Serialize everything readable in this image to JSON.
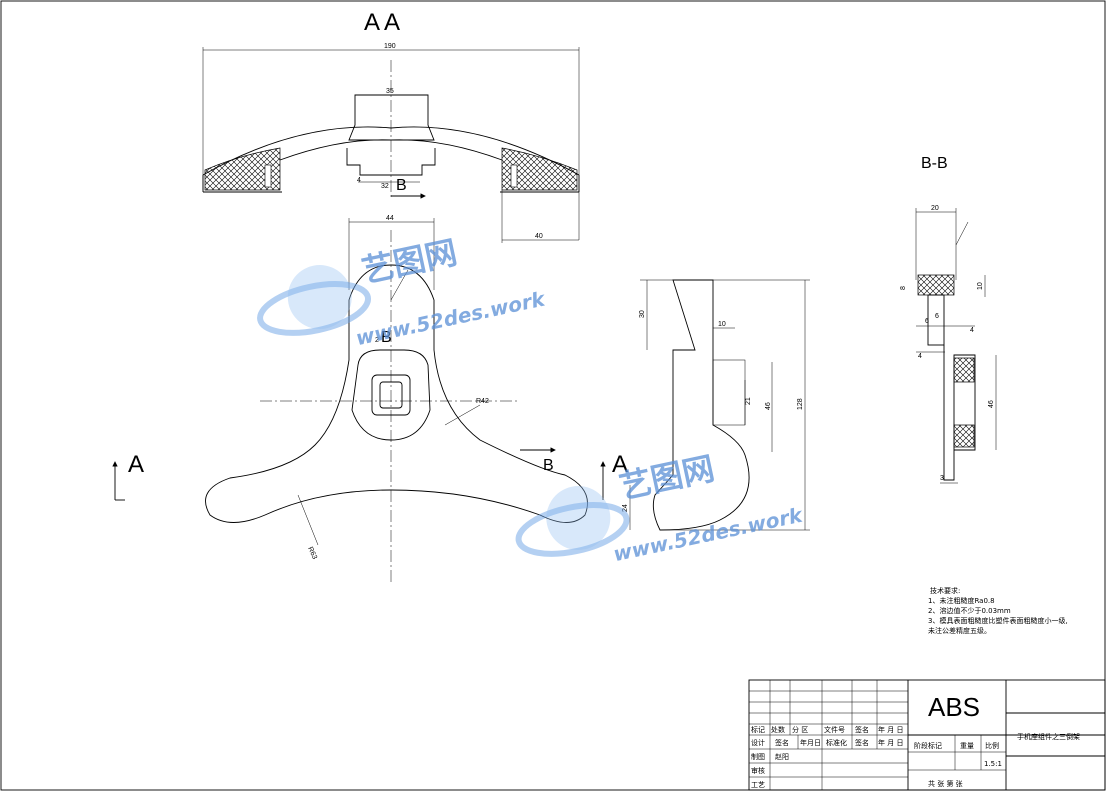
{
  "views": {
    "section_aa": "A  A",
    "section_bb": "B-B",
    "arrow_a_left": "A",
    "arrow_a_right": "A",
    "arrow_b_top": "B",
    "arrow_b_mid": "B",
    "arrow_b_right": "B"
  },
  "dimensions": {
    "aa_width": "190",
    "aa_top": "35",
    "aa_inner": "32",
    "aa_small": "4",
    "aa_right": "40",
    "plan_width": "44",
    "plan_small": "2",
    "plan_radius1": "R42",
    "plan_radius2": "R63",
    "side_height1": "30",
    "side_top": "10",
    "side_21": "21",
    "side_46": "46",
    "side_128": "128",
    "side_bottom": "24",
    "bb_width": "20",
    "bb_8": "8",
    "bb_10": "10",
    "bb_6a": "6",
    "bb_6b": "6",
    "bb_4a": "4",
    "bb_4b": "4",
    "bb_46": "46",
    "bb_3": "3"
  },
  "notes": {
    "title": "技术要求:",
    "line1": "1、未注粗糙度Ra0.8",
    "line2": "2、溶边值不少于0.03mm",
    "line3": "3、模具表面粗糙度比塑件表面粗糙度小一级,",
    "line4": "未注公差精度五级。"
  },
  "title_block": {
    "material": "ABS",
    "part_name": "手机座组件之三倒架",
    "scale_value": "1.5:1",
    "sheets": "共   张 第   张",
    "designer_name": "赵阳",
    "labels": {
      "mark": "标记",
      "count": "处数",
      "zone": "分 区",
      "doc_no": "文件号",
      "sign": "签名",
      "date": "年 月 日",
      "design": "设计",
      "sign2": "签名",
      "date2": "年月日",
      "standardize": "标准化",
      "sign3": "签名",
      "date3": "年 月 日",
      "drawing": "制图",
      "review": "审核",
      "process": "工艺",
      "stage": "阶段标记",
      "weight": "重量",
      "scale": "比例"
    }
  },
  "watermarks": {
    "cn1": "艺图网",
    "url1": "www.52des.work",
    "cn2": "艺图网",
    "url2": "www.52des.work"
  }
}
